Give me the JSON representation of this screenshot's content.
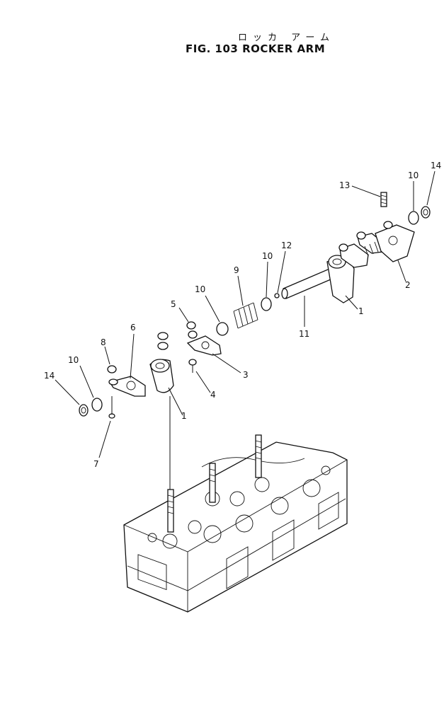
{
  "title_jp": "ロッカ アーム",
  "title_en": "FIG. 103  ROCKER ARM",
  "callouts": [
    {
      "id": "1a",
      "label": "1"
    },
    {
      "id": "1b",
      "label": "1"
    },
    {
      "id": "2",
      "label": "2"
    },
    {
      "id": "3",
      "label": "3"
    },
    {
      "id": "4",
      "label": "4"
    },
    {
      "id": "5",
      "label": "5"
    },
    {
      "id": "6",
      "label": "6"
    },
    {
      "id": "7",
      "label": "7"
    },
    {
      "id": "8",
      "label": "8"
    },
    {
      "id": "9",
      "label": "9"
    },
    {
      "id": "10a",
      "label": "10"
    },
    {
      "id": "10b",
      "label": "10"
    },
    {
      "id": "10c",
      "label": "10"
    },
    {
      "id": "10d",
      "label": "10"
    },
    {
      "id": "11",
      "label": "11"
    },
    {
      "id": "12",
      "label": "12"
    },
    {
      "id": "13",
      "label": "13"
    },
    {
      "id": "14a",
      "label": "14"
    },
    {
      "id": "14b",
      "label": "14"
    }
  ]
}
